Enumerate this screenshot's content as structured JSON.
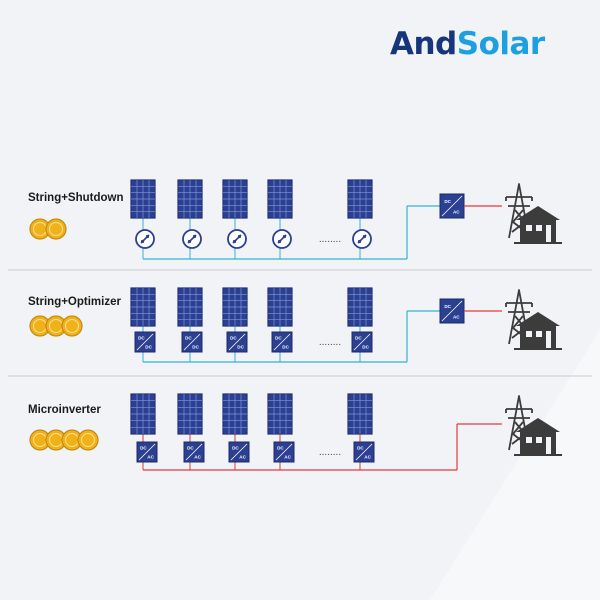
{
  "logo": {
    "text_dark": "And",
    "text_light": "Solar"
  },
  "colors": {
    "panel_fill": "#2b3f93",
    "panel_frame": "#223274",
    "device_fill": "#2b3f93",
    "coin_fill": "#f0b21c",
    "coin_edge": "#c68a12",
    "dc_wire": "#31b3d6",
    "ac_wire": "#e23a3a",
    "divider": "#c8cbd3",
    "tower": "#3c3c3c"
  },
  "rows": [
    {
      "label": "String+Shutdown",
      "coins": 2,
      "device_type": "shutdown-switch",
      "wire": "dc",
      "has_inverter": true,
      "inverter_top": "DC",
      "inverter_bottom": "AC",
      "ellipsis": "........"
    },
    {
      "label": "String+Optimizer",
      "coins": 3,
      "device_type": "optimizer",
      "device_top": "DC",
      "device_bottom": "DC",
      "wire": "dc",
      "has_inverter": true,
      "inverter_top": "DC",
      "inverter_bottom": "AC",
      "ellipsis": "........"
    },
    {
      "label": "Microinverter",
      "coins": 4,
      "device_type": "microinverter",
      "device_top": "DC",
      "device_bottom": "AC",
      "wire": "ac",
      "has_inverter": false,
      "ellipsis": "........"
    }
  ],
  "icons": [
    "solar-panel-icon",
    "shutdown-switch-icon",
    "optimizer-icon",
    "microinverter-icon",
    "inverter-icon",
    "coin-icon",
    "power-tower-icon",
    "house-icon"
  ]
}
